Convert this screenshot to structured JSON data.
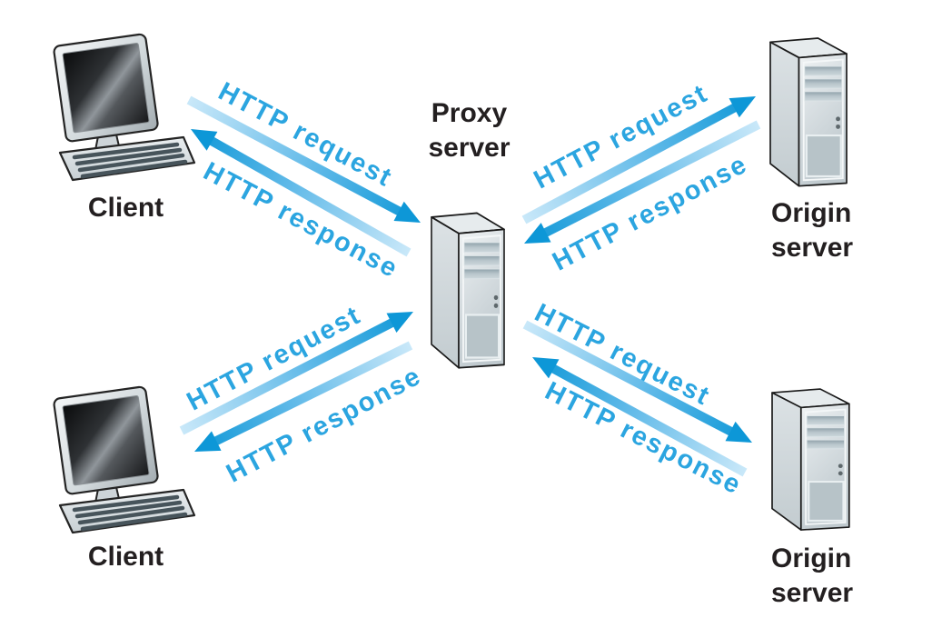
{
  "figure": {
    "description_visible_text_only": true
  },
  "nodes": {
    "client_top": {
      "label": "Client"
    },
    "client_bottom": {
      "label": "Client"
    },
    "proxy_server": {
      "line1": "Proxy",
      "line2": "server"
    },
    "origin_server_top": {
      "line1": "Origin",
      "line2": "server"
    },
    "origin_server_bottom": {
      "line1": "Origin",
      "line2": "server"
    }
  },
  "links": {
    "client_top_proxy": {
      "request": "HTTP request",
      "response": "HTTP response"
    },
    "proxy_origin_top": {
      "request": "HTTP request",
      "response": "HTTP response"
    },
    "client_bottom_proxy": {
      "request": "HTTP request",
      "response": "HTTP response"
    },
    "proxy_origin_bottom": {
      "request": "HTTP request",
      "response": "HTTP response"
    }
  },
  "icons": {
    "client_top": "desktop-computer-icon",
    "client_bottom": "desktop-computer-icon",
    "proxy_server": "server-tower-icon",
    "origin_server_top": "server-tower-icon",
    "origin_server_bottom": "server-tower-icon"
  },
  "colors": {
    "arrow_head_blue": "#0D97D7",
    "arrow_mid_blue": "#5FB9E8",
    "arrow_tail_blue": "#C9E8F9",
    "arrow_label_blue": "#2BA5E0",
    "node_label_black": "#231F20",
    "background": "#FFFFFF"
  }
}
